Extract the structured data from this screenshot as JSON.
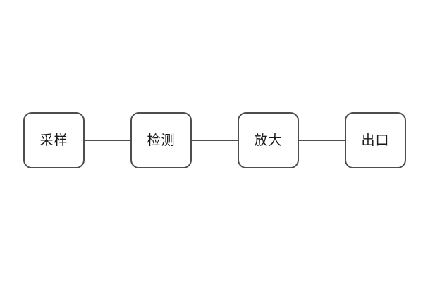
{
  "diagram": {
    "type": "flowchart-horizontal",
    "nodes": [
      {
        "id": "sampling",
        "label": "采样"
      },
      {
        "id": "detection",
        "label": "检测"
      },
      {
        "id": "amplification",
        "label": "放大"
      },
      {
        "id": "output",
        "label": "出口"
      }
    ],
    "connections": [
      {
        "from": "sampling",
        "to": "detection"
      },
      {
        "from": "detection",
        "to": "amplification"
      },
      {
        "from": "amplification",
        "to": "output"
      }
    ],
    "colors": {
      "node_border": "#4d4d4d",
      "node_fill": "#ffffff",
      "label_text": "#1a1a1a",
      "connector_line": "#4d4d4d",
      "background": "#ffffff"
    }
  }
}
